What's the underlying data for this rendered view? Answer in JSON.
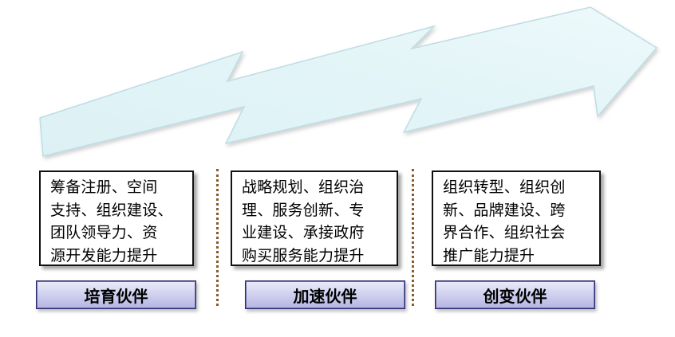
{
  "stages": [
    {
      "label": "培育伙伴",
      "lines": [
        "筹备注册、空间",
        "支持、组织建设、",
        "团队领导力、资",
        "源开发能力提升"
      ]
    },
    {
      "label": "加速伙伴",
      "lines": [
        "战略规划、组织治",
        "理、服务创新、专",
        "业建设、承接政府",
        "购买服务能力提升"
      ]
    },
    {
      "label": "创变伙伴",
      "lines": [
        "组织转型、组织创",
        "新、品牌建设、跨",
        "界合作、组织社会",
        "推广能力提升"
      ]
    }
  ],
  "colors": {
    "arrow_fill": "#dff3f6",
    "arrow_stroke": "#bcdde3",
    "label_fill": "#d2d2f0",
    "divider": "#8b5a2b"
  }
}
